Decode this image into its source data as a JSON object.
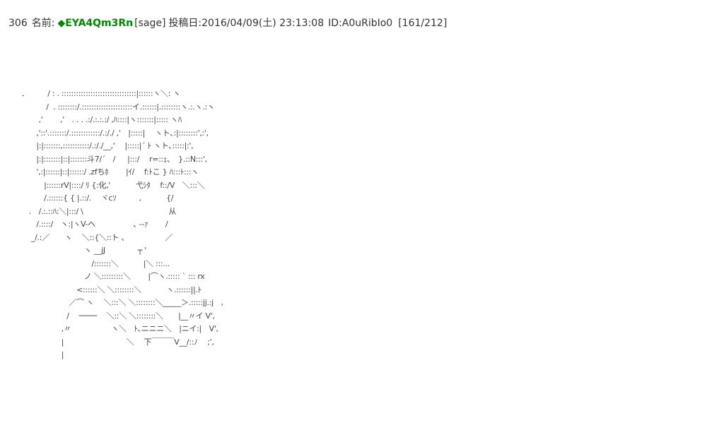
{
  "post": {
    "number": "306",
    "name_label": "名前:",
    "trip": "◆EYA4Qm3Rn",
    "mail": "[sage]",
    "date_label": "投稿日:2016/04/09(土) 23:13:08",
    "id": "ID:A0uRibIo0",
    "count": "[161/212]",
    "body_lines": [
      "．　　　/ : . :::::::::::::::::::::::::::::::|::::::ヽ＼: ヽ",
      "　　　 /  . ::::::::/.:::::::::::::::::::::イ.::::::|.::::::::ヽ.:.ヽ.:ヽ",
      "　　 ,'　　 ,'　. . . .:/.:.:.:/ ,ﾊ::::|ヽ:::::::|::::: ヽﾊ",
      "　　,'::'.:::::::/.::::::::::::/.:/./ ,'　|:::::|　 ヽト､:|::::::::',:',",
      "　　|:|:::::::,:::::::::::/.:/./__,'　 |:::::|´ ﾄ ヽト､:::::|:',",
      "　　|:|:::::::|::|:::::::斗7/´　/　  |:::/　 r=::ｪ､　}.::N:::',",
      "　　',:|::::::|::|::::::/ .zfちﾎ　　 |ｲ/　 f:ﾄこ } ﾊ:::ﾄ:::ヽ",
      "　　　|::::::rV|::::/ ﾘ {:化,'　　　 弋ｼﾀ　 f::/V　＼:::＼",
      "　　　/.::::::{ { |.::/.　 ヾcｿ　　　,　　　 {/",
      "　.　/.:.::ﾊ:＼|:::/ \\　　　　　　　　　　　 从",
      "　　/.::::/　ヽ:|ヽV-へ　　　　　､ ‐‐ｧ　　 /",
      "　 _/.:／　　ヽ　 ＼::{＼::ト 、　　　　　 ／",
      "　　　　　　　　 ヽ __jJ　　　　 ┬ '",
      "　　　　　　　　　 /:::::::＼　　　 |＼ :::...",
      "　　　　　　　　 ノ ＼:::::::::＼　　 |⌒ヽ.::::: ` ::: rx",
      "　　　　　　　 <::::::＼ ＼::::::::＼　　　 ヽ.::::::||.ﾄ",
      "　　　　　　 ／⌒ ヽ　 ＼:::＼ ＼::::::::＼_____＞.:::::jj.:j　,",
      "　　　　　　/　 ────　 ＼::＼ ＼::::::::＼　　|__〃イ V',",
      "　　　　　 ,〃　　　　　 ヽ＼　ﾄ､ニニニ＼　|ニイ:|　V',",
      "　　　　　 |　　　　　　　　 ＼　 下￣￣￣V__/::ﾉ　 ;',",
      "　　　　　 |"
    ]
  }
}
